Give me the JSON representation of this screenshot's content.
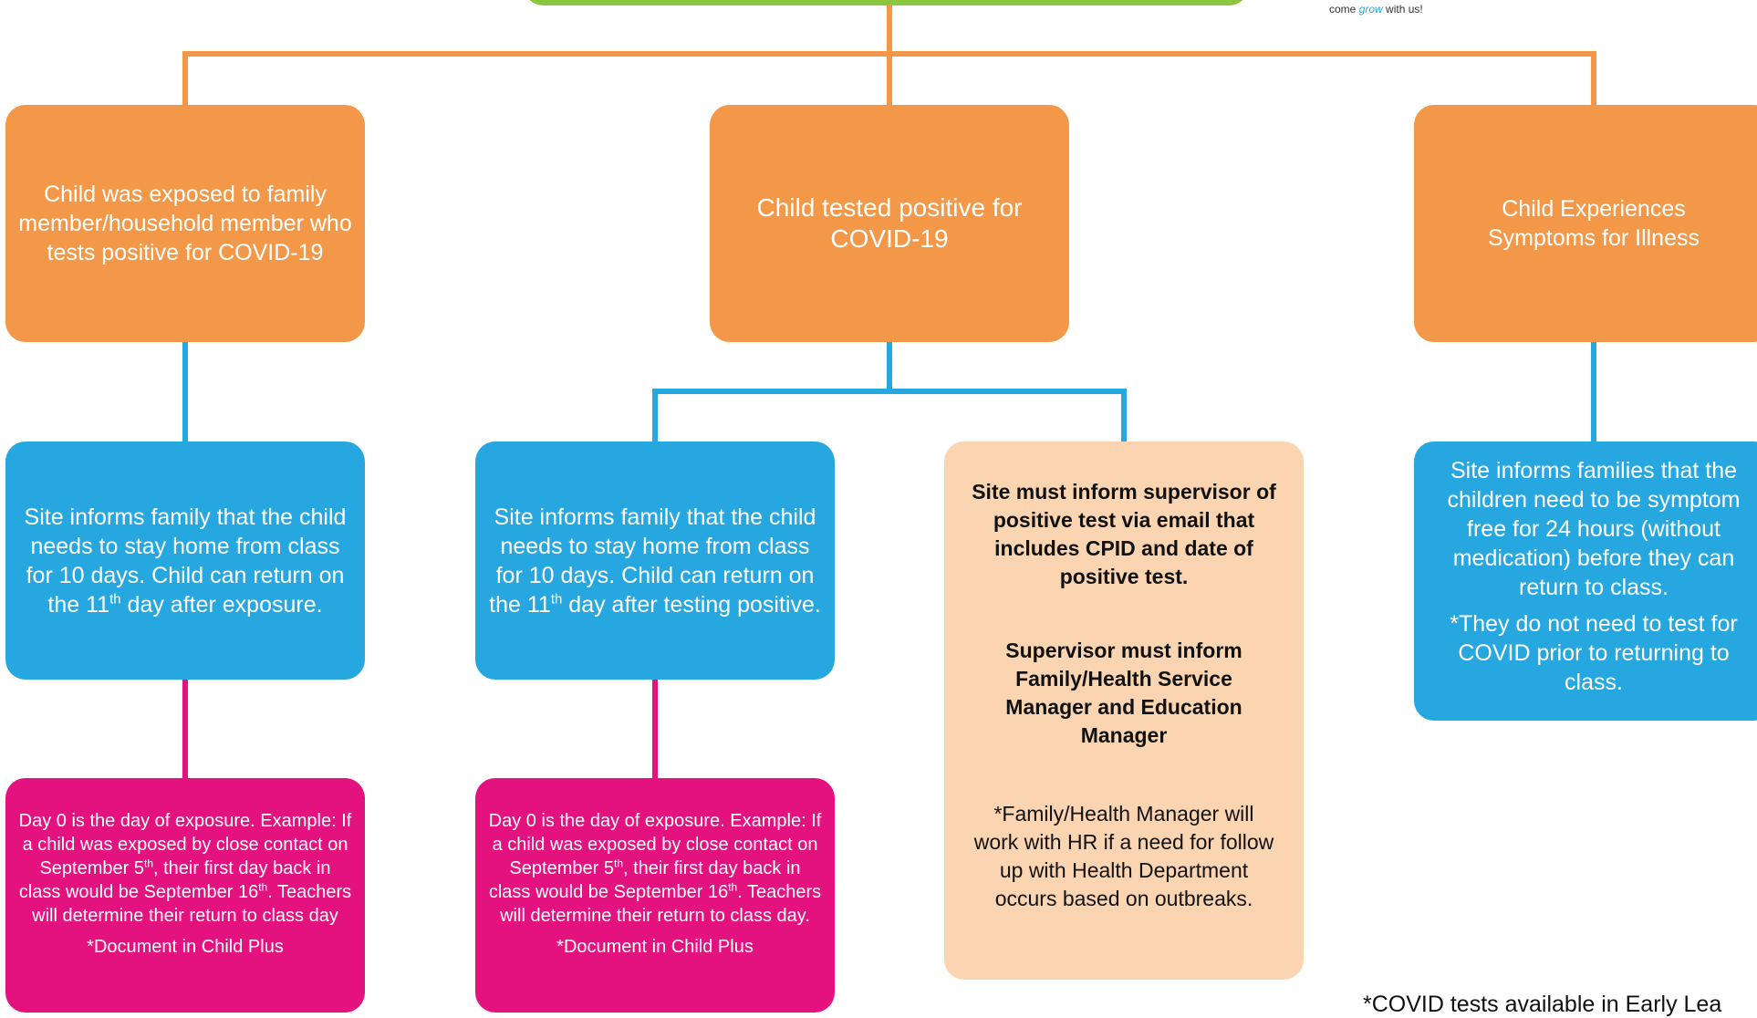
{
  "logo": {
    "tagline_before": "come",
    "tagline_accent": "grow",
    "tagline_after": "with us!"
  },
  "col1": {
    "top": "Child was exposed to family member/household member who tests positive for COVID-19",
    "mid_a": "Site informs family that the child  needs to stay home from class for 10 days.  Child can return on the 11",
    "mid_sup": "th",
    "mid_b": " day after exposure.",
    "bot_p1_a": "Day 0 is the day of exposure. Example: If a child was exposed by close contact on September 5",
    "bot_p1_sup1": "th",
    "bot_p1_b": ", their first day back in class would be September 16",
    "bot_p1_sup2": "th",
    "bot_p1_c": ".  Teachers will determine their return to class day",
    "bot_p2": "*Document in Child Plus"
  },
  "col2": {
    "top": "Child tested positive for COVID-19",
    "mid_a": "Site informs family that the child needs to stay home from class for 10 days.  Child can return on the 11",
    "mid_sup": "th",
    "mid_b": " day after testing positive.",
    "bot_p1_a": "Day 0 is the day of exposure. Example: If a child was exposed by close contact on September 5",
    "bot_p1_sup1": "th",
    "bot_p1_b": ", their first day back in class would be September 16",
    "bot_p1_sup2": "th",
    "bot_p1_c": ". Teachers will determine their return to class day.",
    "bot_p2": "*Document in Child Plus"
  },
  "col2b": {
    "p1": "Site must inform supervisor of positive test via email that includes CPID and date of positive test.",
    "p2": "Supervisor must inform Family/Health Service Manager and Education Manager",
    "p3": "*Family/Health Manager will work with HR if a need for follow up with Health Department occurs based on outbreaks."
  },
  "col3": {
    "top": "Child Experiences Symptoms for Illness",
    "mid_p1": "Site informs families that the children need to be symptom free for 24 hours (without medication) before they can return to class.",
    "mid_p2": "*They do not need to test for COVID prior to returning to class."
  },
  "footnote": "*COVID tests available in Early Lea"
}
